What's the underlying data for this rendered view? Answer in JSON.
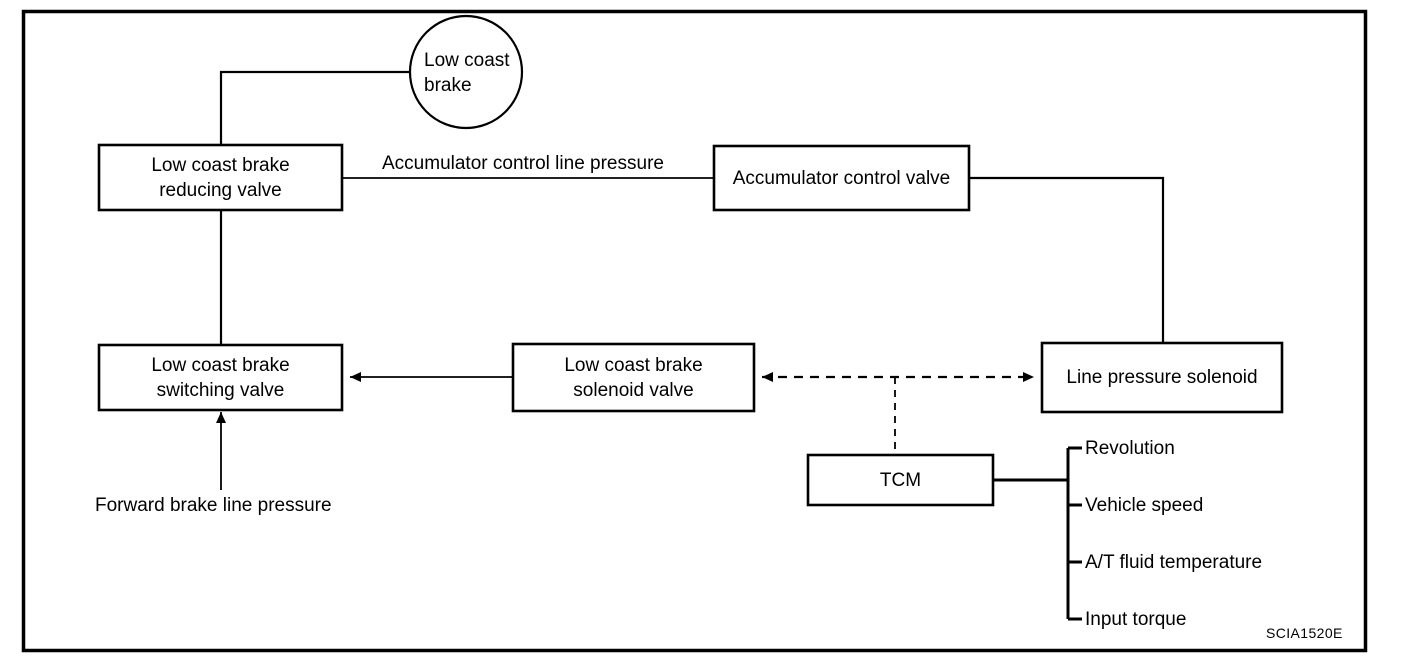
{
  "figure": {
    "reference_code": "SCIA1520E",
    "border_color": "#000000",
    "line_color": "#000000",
    "background": "#ffffff"
  },
  "nodes": {
    "low_coast_brake_circle": {
      "label": "Low coast\nbrake",
      "shape": "circle"
    },
    "reducing_valve": {
      "label": "Low coast brake\nreducing valve",
      "shape": "rect"
    },
    "accumulator_control_valve": {
      "label": "Accumulator control valve",
      "shape": "rect"
    },
    "switching_valve": {
      "label": "Low coast brake\nswitching valve",
      "shape": "rect"
    },
    "solenoid_valve": {
      "label": "Low coast brake\nsolenoid valve",
      "shape": "rect"
    },
    "line_pressure_solenoid": {
      "label": "Line pressure solenoid",
      "shape": "rect"
    },
    "tcm": {
      "label": "TCM",
      "shape": "rect"
    }
  },
  "edge_labels": {
    "accumulator_line_pressure": "Accumulator control line pressure",
    "forward_brake_line_pressure": "Forward brake line pressure"
  },
  "tcm_inputs": [
    {
      "label": "Revolution"
    },
    {
      "label": "Vehicle speed"
    },
    {
      "label": "A/T fluid temperature"
    },
    {
      "label": "Input torque"
    }
  ]
}
